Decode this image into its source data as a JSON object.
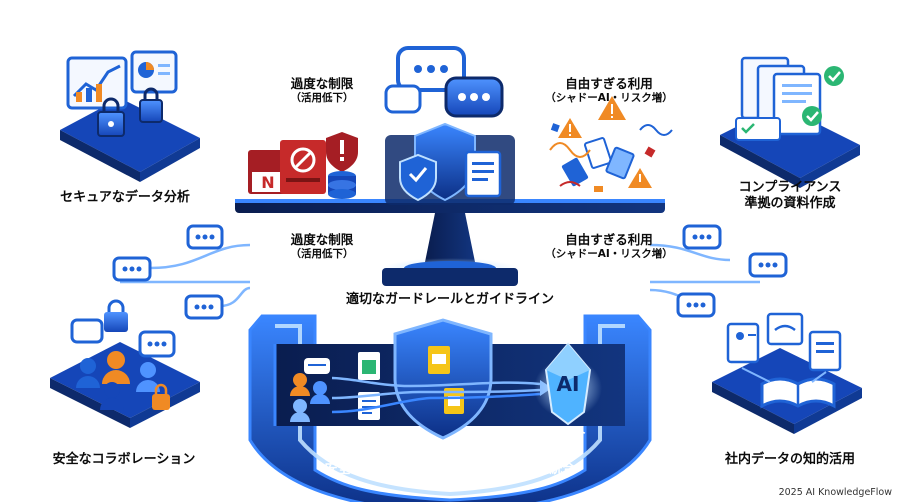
{
  "labels": {
    "top_left": {
      "title": "過度な制限",
      "sub": "（活用低下）"
    },
    "top_right": {
      "title": "自由すぎる利用",
      "sub": "（シャドーAI・リスク増）"
    },
    "mid_left": {
      "title": "過度な制限",
      "sub": "（活用低下）"
    },
    "mid_right": {
      "title": "自由すぎる利用",
      "sub": "（シャドーAI・リスク増）"
    },
    "guardrail": "適切なガードレールとガイドライン",
    "secure_data_analysis": "セキュアなデータ分析",
    "compliance_docs": [
      "コンプライアンス",
      "準拠の資料作成"
    ],
    "safe_collaboration": "安全なコラボレーション",
    "internal_data_use": "社内データの知的活用",
    "secure_env": "安全な環境（Workspace）内でのAI統合",
    "ai_text": "AI",
    "ai_integration": "AI統合"
  },
  "credit": "2025 AI KnowledgeFlow",
  "colors": {
    "primary_blue": "#1f63d6",
    "dark_navy": "#0d2a6b",
    "light_blue": "#7fb6ff",
    "red": "#c62a2a",
    "orange": "#f08a24"
  }
}
